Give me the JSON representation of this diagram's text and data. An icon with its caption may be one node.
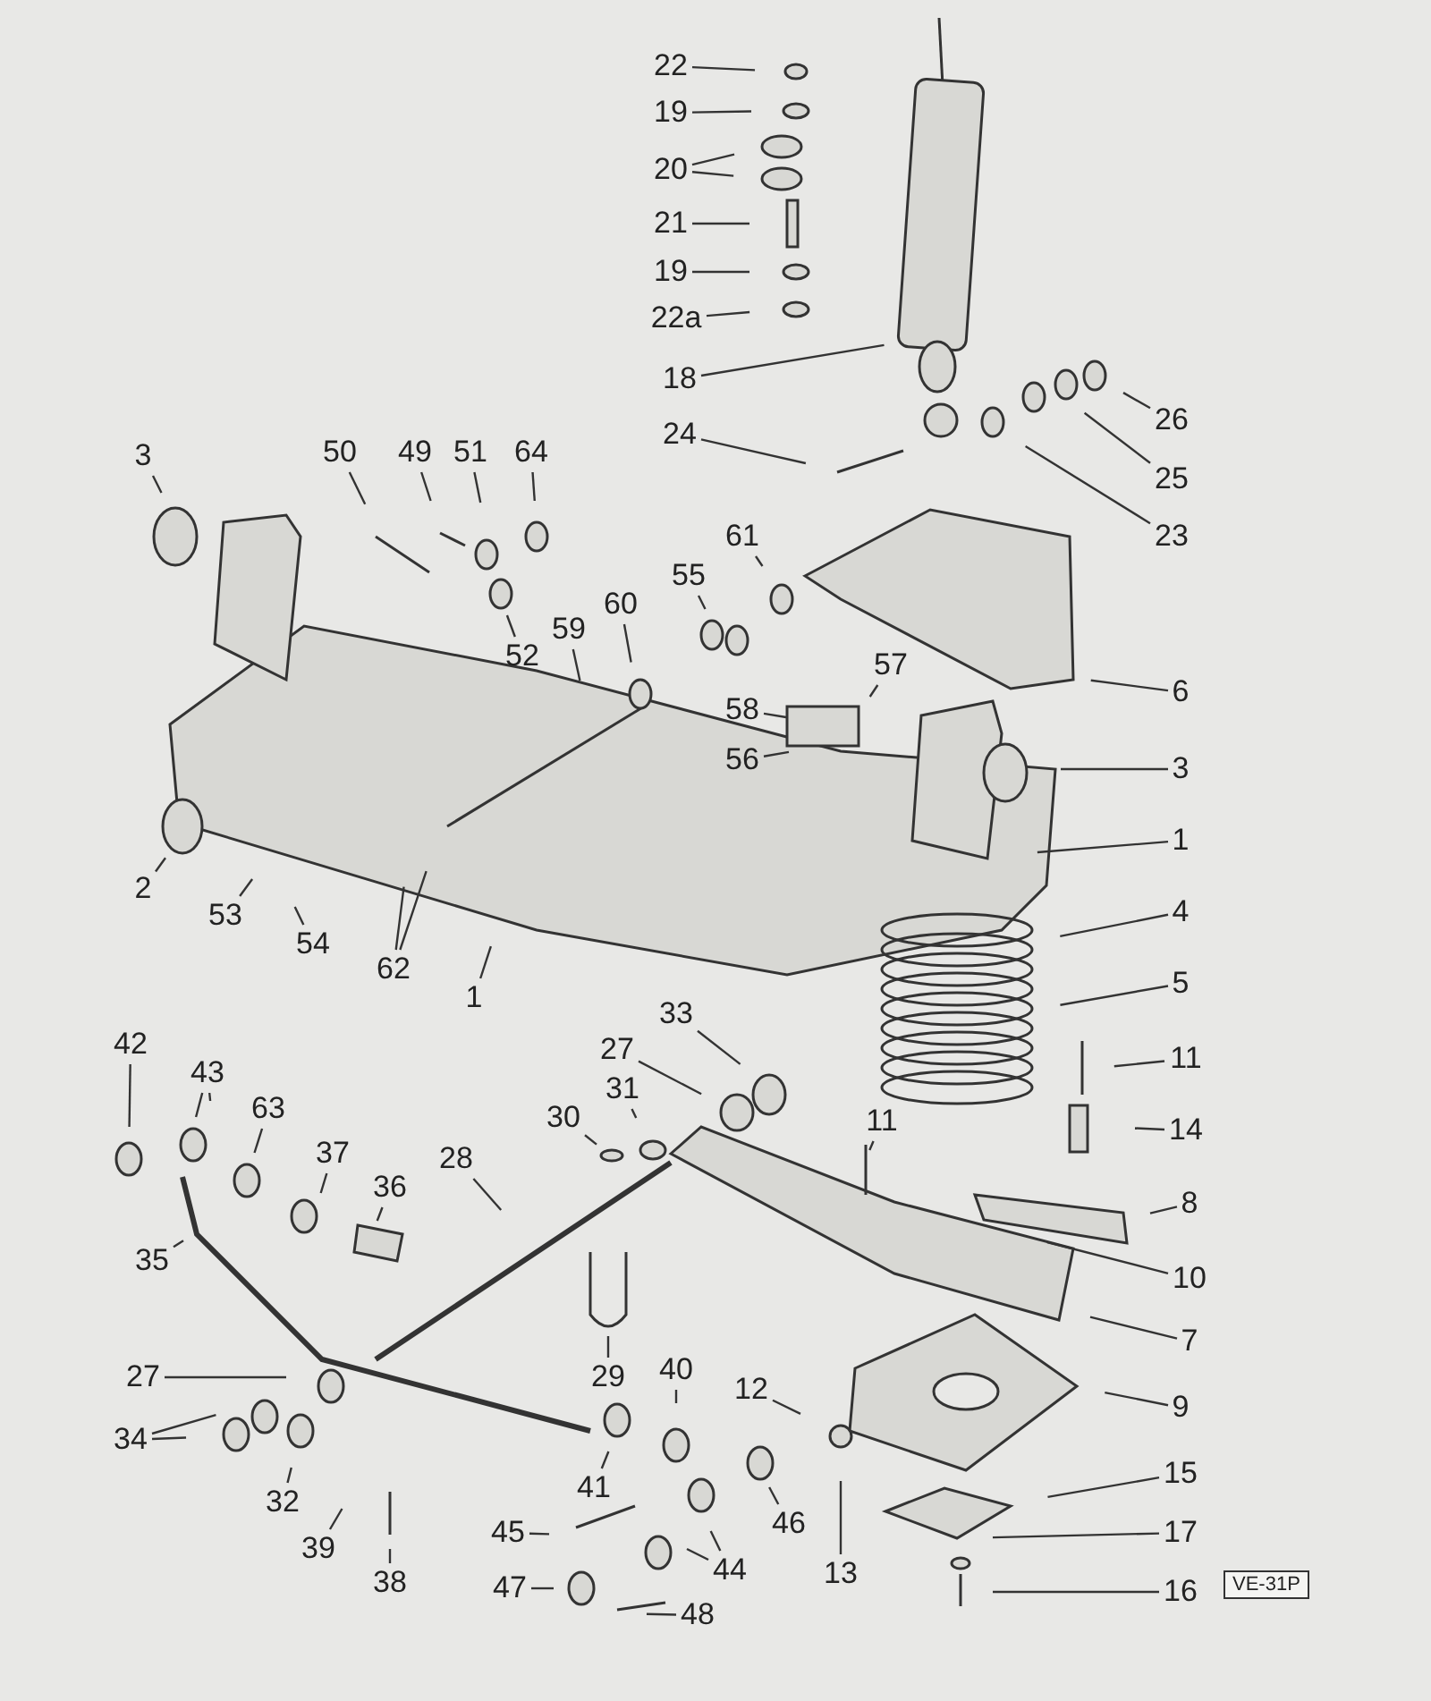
{
  "diagram": {
    "nodes": [
      {
        "text": [
          "22"
        ]
      },
      {
        "text": [
          "19"
        ]
      },
      {
        "text": [
          "20"
        ]
      },
      {
        "text": [
          "21"
        ]
      },
      {
        "text": [
          "19"
        ]
      },
      {
        "text": [
          "22a"
        ]
      },
      {
        "text": [
          "18"
        ]
      },
      {
        "text": [
          "24"
        ]
      },
      {
        "text": [
          "26"
        ]
      },
      {
        "text": [
          "25"
        ]
      },
      {
        "text": [
          "23"
        ]
      },
      {
        "text": [
          "3"
        ]
      },
      {
        "text": [
          "50"
        ]
      },
      {
        "text": [
          "49"
        ]
      },
      {
        "text": [
          "51"
        ]
      },
      {
        "text": [
          "64"
        ]
      },
      {
        "text": [
          "61"
        ]
      },
      {
        "text": [
          "55"
        ]
      },
      {
        "text": [
          "52"
        ]
      },
      {
        "text": [
          "60"
        ]
      },
      {
        "text": [
          "59"
        ]
      },
      {
        "text": [
          "58"
        ]
      },
      {
        "text": [
          "57"
        ]
      },
      {
        "text": [
          "56"
        ]
      },
      {
        "text": [
          "6"
        ]
      },
      {
        "text": [
          "3"
        ]
      },
      {
        "text": [
          "1"
        ]
      },
      {
        "text": [
          "2"
        ]
      },
      {
        "text": [
          "53"
        ]
      },
      {
        "text": [
          "54"
        ]
      },
      {
        "text": [
          "62"
        ]
      },
      {
        "text": [
          "1"
        ]
      },
      {
        "text": [
          "4"
        ]
      },
      {
        "text": [
          "5"
        ]
      },
      {
        "text": [
          "42"
        ]
      },
      {
        "text": [
          "43"
        ]
      },
      {
        "text": [
          "33"
        ]
      },
      {
        "text": [
          "27"
        ]
      },
      {
        "text": [
          "11"
        ]
      },
      {
        "text": [
          "31"
        ]
      },
      {
        "text": [
          "63"
        ]
      },
      {
        "text": [
          "30"
        ]
      },
      {
        "text": [
          "14"
        ]
      },
      {
        "text": [
          "11"
        ]
      },
      {
        "text": [
          "37"
        ]
      },
      {
        "text": [
          "28"
        ]
      },
      {
        "text": [
          "36"
        ]
      },
      {
        "text": [
          "8"
        ]
      },
      {
        "text": [
          "35"
        ]
      },
      {
        "text": [
          "10"
        ]
      },
      {
        "text": [
          "7"
        ]
      },
      {
        "text": [
          "29"
        ]
      },
      {
        "text": [
          "27"
        ]
      },
      {
        "text": [
          "40"
        ]
      },
      {
        "text": [
          "12"
        ]
      },
      {
        "text": [
          "9"
        ]
      },
      {
        "text": [
          "34"
        ]
      },
      {
        "text": [
          "41"
        ]
      },
      {
        "text": [
          "32"
        ]
      },
      {
        "text": [
          "15"
        ]
      },
      {
        "text": [
          "39"
        ]
      },
      {
        "text": [
          "46"
        ]
      },
      {
        "text": [
          "45"
        ]
      },
      {
        "text": [
          "17"
        ]
      },
      {
        "text": [
          "13"
        ]
      },
      {
        "text": [
          "38"
        ]
      },
      {
        "text": [
          "16"
        ]
      },
      {
        "text": [
          "44"
        ]
      },
      {
        "text": [
          "47"
        ]
      },
      {
        "text": [
          "48"
        ]
      }
    ],
    "edges": [
      {
        "from": 0,
        "to": null,
        "arrow": "none"
      },
      {
        "from": 1,
        "to": null,
        "arrow": "none"
      },
      {
        "from": 2,
        "to": null,
        "arrow": "none"
      },
      {
        "from": 2,
        "to": null,
        "arrow": "none"
      },
      {
        "from": 3,
        "to": null,
        "arrow": "none"
      },
      {
        "from": 4,
        "to": null,
        "arrow": "none"
      },
      {
        "from": 5,
        "to": null,
        "arrow": "none"
      },
      {
        "from": 6,
        "to": null,
        "arrow": "none"
      },
      {
        "from": 7,
        "to": null,
        "arrow": "none"
      },
      {
        "from": 8,
        "to": null,
        "arrow": "none"
      },
      {
        "from": 9,
        "to": null,
        "arrow": "none"
      },
      {
        "from": 10,
        "to": null,
        "arrow": "none"
      },
      {
        "from": 11,
        "to": null,
        "arrow": "none"
      },
      {
        "from": 12,
        "to": null,
        "arrow": "none"
      },
      {
        "from": 13,
        "to": null,
        "arrow": "none"
      },
      {
        "from": 14,
        "to": null,
        "arrow": "none"
      },
      {
        "from": 15,
        "to": null,
        "arrow": "none"
      },
      {
        "from": 16,
        "to": null,
        "arrow": "none"
      },
      {
        "from": 17,
        "to": null,
        "arrow": "none"
      },
      {
        "from": 18,
        "to": null,
        "arrow": "none"
      },
      {
        "from": 19,
        "to": null,
        "arrow": "none"
      },
      {
        "from": 20,
        "to": null,
        "arrow": "none"
      },
      {
        "from": 21,
        "to": null,
        "arrow": "none"
      },
      {
        "from": 22,
        "to": null,
        "arrow": "none"
      },
      {
        "from": 23,
        "to": null,
        "arrow": "none"
      },
      {
        "from": 24,
        "to": null,
        "arrow": "none"
      },
      {
        "from": 25,
        "to": null,
        "arrow": "none"
      },
      {
        "from": 26,
        "to": null,
        "arrow": "none"
      },
      {
        "from": 27,
        "to": null,
        "arrow": "none"
      },
      {
        "from": 28,
        "to": null,
        "arrow": "none"
      },
      {
        "from": 29,
        "to": null,
        "arrow": "none"
      },
      {
        "from": 30,
        "to": null,
        "arrow": "none"
      },
      {
        "from": 30,
        "to": null,
        "arrow": "none"
      },
      {
        "from": 31,
        "to": null,
        "arrow": "none"
      },
      {
        "from": 32,
        "to": null,
        "arrow": "none"
      },
      {
        "from": 33,
        "to": null,
        "arrow": "none"
      },
      {
        "from": 34,
        "to": null,
        "arrow": "none"
      },
      {
        "from": 35,
        "to": null,
        "arrow": "none"
      },
      {
        "from": 35,
        "to": null,
        "arrow": "none"
      },
      {
        "from": 36,
        "to": null,
        "arrow": "none"
      },
      {
        "from": 37,
        "to": null,
        "arrow": "none"
      },
      {
        "from": 38,
        "to": null,
        "arrow": "none"
      },
      {
        "from": 39,
        "to": null,
        "arrow": "none"
      },
      {
        "from": 40,
        "to": null,
        "arrow": "none"
      },
      {
        "from": 41,
        "to": null,
        "arrow": "none"
      },
      {
        "from": 42,
        "to": null,
        "arrow": "none"
      },
      {
        "from": 43,
        "to": null,
        "arrow": "none"
      },
      {
        "from": 44,
        "to": null,
        "arrow": "none"
      },
      {
        "from": 45,
        "to": null,
        "arrow": "none"
      },
      {
        "from": 46,
        "to": null,
        "arrow": "none"
      },
      {
        "from": 47,
        "to": null,
        "arrow": "none"
      },
      {
        "from": 48,
        "to": null,
        "arrow": "none"
      },
      {
        "from": 49,
        "to": null,
        "arrow": "none"
      },
      {
        "from": 50,
        "to": null,
        "arrow": "none"
      },
      {
        "from": 51,
        "to": null,
        "arrow": "none"
      },
      {
        "from": 52,
        "to": null,
        "arrow": "none"
      },
      {
        "from": 53,
        "to": null,
        "arrow": "none"
      },
      {
        "from": 54,
        "to": null,
        "arrow": "none"
      },
      {
        "from": 55,
        "to": null,
        "arrow": "none"
      },
      {
        "from": 56,
        "to": null,
        "arrow": "none"
      },
      {
        "from": 56,
        "to": null,
        "arrow": "none"
      },
      {
        "from": 57,
        "to": null,
        "arrow": "none"
      },
      {
        "from": 58,
        "to": null,
        "arrow": "none"
      },
      {
        "from": 59,
        "to": null,
        "arrow": "none"
      },
      {
        "from": 60,
        "to": null,
        "arrow": "none"
      },
      {
        "from": 61,
        "to": null,
        "arrow": "none"
      },
      {
        "from": 62,
        "to": null,
        "arrow": "none"
      },
      {
        "from": 63,
        "to": null,
        "arrow": "none"
      },
      {
        "from": 64,
        "to": null,
        "arrow": "none"
      },
      {
        "from": 65,
        "to": null,
        "arrow": "none"
      },
      {
        "from": 66,
        "to": null,
        "arrow": "none"
      },
      {
        "from": 67,
        "to": null,
        "arrow": "none"
      },
      {
        "from": 67,
        "to": null,
        "arrow": "none"
      },
      {
        "from": 68,
        "to": null,
        "arrow": "none"
      },
      {
        "from": 69,
        "to": null,
        "arrow": "none"
      }
    ],
    "labels": [
      "VE-31P"
    ]
  }
}
